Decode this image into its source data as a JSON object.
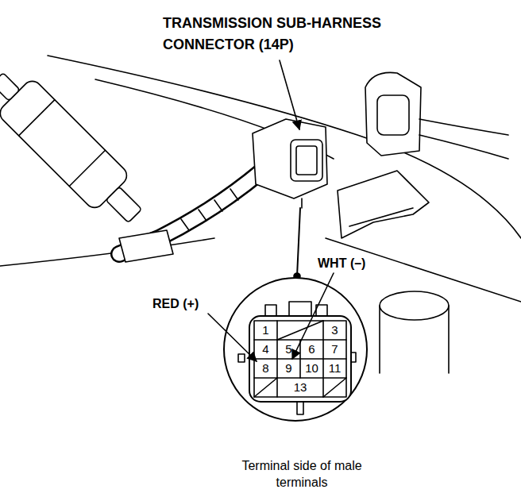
{
  "diagram": {
    "caption": "Terminal side of male terminals",
    "labels": [
      "TRANSMISSION SUB-HARNESS CONNECTOR (14P)",
      "WHT (–)",
      "RED (+)",
      "1",
      "3",
      "4",
      "5",
      "6",
      "7",
      "8",
      "9",
      "10",
      "11",
      "13"
    ]
  }
}
